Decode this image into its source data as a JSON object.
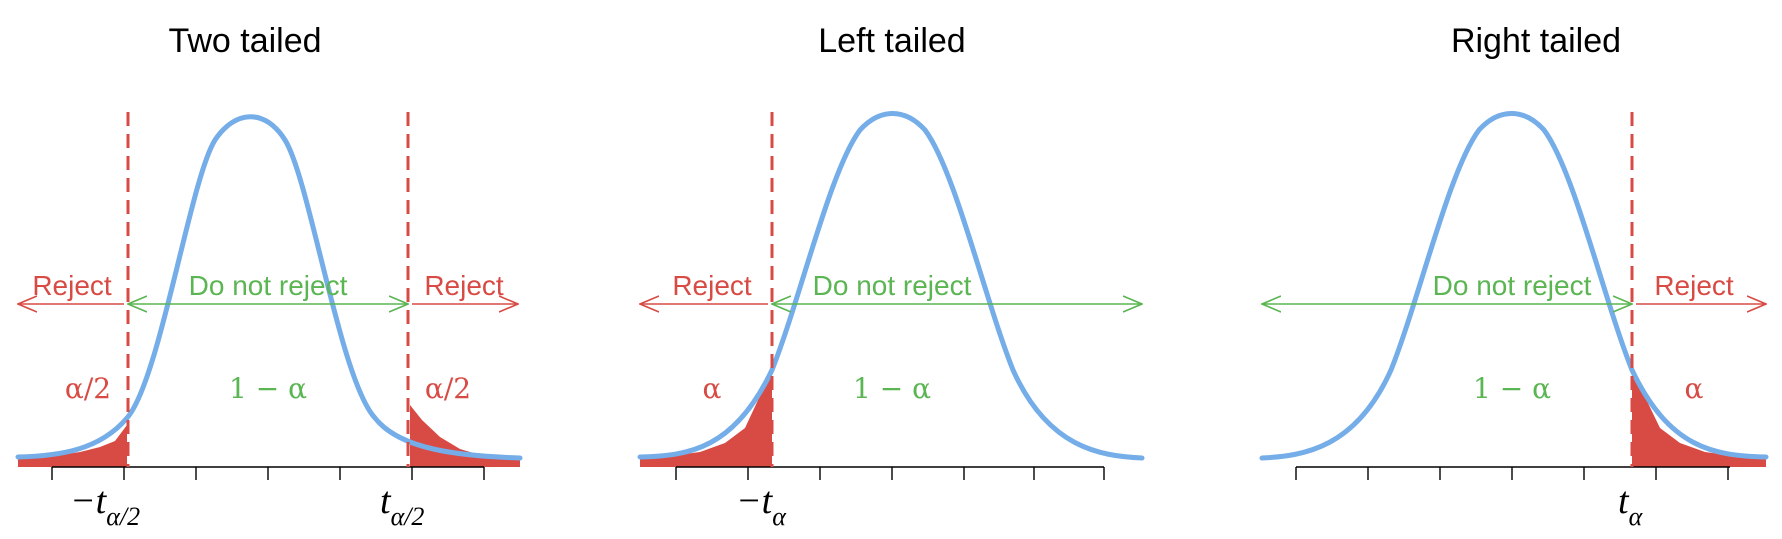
{
  "colors": {
    "curve": "#74ade8",
    "reject": "#d84b45",
    "accept": "#5ab552",
    "axis": "#000000"
  },
  "panels": [
    {
      "id": "two",
      "title": "Two tailed",
      "tail": "two",
      "reject_label": "Reject",
      "accept_label": "Do not reject",
      "tail_area_label": "α/2",
      "center_area_label": "1 − α",
      "critical_left": "−t",
      "critical_left_sub": "α/2",
      "critical_right": "t",
      "critical_right_sub": "α/2"
    },
    {
      "id": "left",
      "title": "Left tailed",
      "tail": "left",
      "reject_label": "Reject",
      "accept_label": "Do not reject",
      "tail_area_label": "α",
      "center_area_label": "1 − α",
      "critical_left": "−t",
      "critical_left_sub": "α"
    },
    {
      "id": "right",
      "title": "Right tailed",
      "tail": "right",
      "reject_label": "Reject",
      "accept_label": "Do not reject",
      "tail_area_label": "α",
      "center_area_label": "1 − α",
      "critical_right": "t",
      "critical_right_sub": "α"
    }
  ]
}
